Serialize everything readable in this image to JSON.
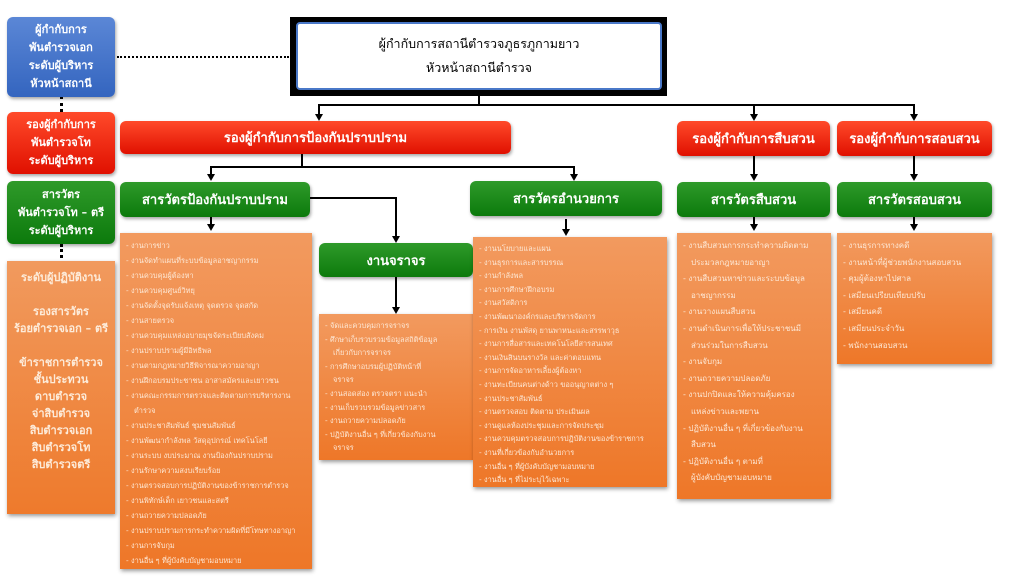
{
  "top": {
    "line1": "ผู้กำกับการสถานีตำรวจภูธรภูกามยาว",
    "line2": "หัวหน้าสถานีตำรวจ"
  },
  "legend": {
    "blue": [
      "ผู้กำกับการ",
      "พันตำรวจเอก",
      "ระดับผู้บริหาร",
      "หัวหน้าสถานี"
    ],
    "red": [
      "รองผู้กำกับการ",
      "พันตำรวจโท",
      "ระดับผู้บริหาร"
    ],
    "green": [
      "สารวัตร",
      "พันตำรวจโท – ตรี",
      "ระดับผู้บริหาร"
    ],
    "orange": [
      "ระดับผู้ปฏิบัติงาน",
      "",
      "รองสารวัตร",
      "ร้อยตำรวจเอก – ตรี",
      "",
      "ข้าราชการตำรวจ",
      "ชั้นประทวน",
      "ดาบตำรวจ",
      "จ่าสิบตำรวจ",
      "สิบตำรวจเอก",
      "สิบตำรวจโท",
      "สิบตำรวจตรี"
    ]
  },
  "deputies": {
    "prevention": "รองผู้กำกับการป้องกันปราบปราม",
    "investigation": "รองผู้กำกับการสืบสวน",
    "inquiry": "รองผู้กำกับการสอบสวน"
  },
  "inspectors": {
    "prevention": "สารวัตรป้องกันปราบปราม",
    "traffic": "งานจราจร",
    "admin": "สารวัตรอำนวยการ",
    "investigation": "สารวัตรสืบสวน",
    "inquiry": "สารวัตรสอบสวน"
  },
  "duties": {
    "prevention": [
      "- งานการข่าว",
      "- งานจัดทำแผนที่ระบบข้อมูลอาชญากรรม",
      "- งานควบคุมผู้ต้องหา",
      "- งานควบคุมศูนย์วิทยุ",
      "- งานจัดตั้งจุดรับแจ้งเหตุ จุดตรวจ จุดสกัด",
      "- งานสายตรวจ",
      "- งานควบคุมแหล่งอบายมุขจัดระเบียบสังคม",
      "- งานปราบปรามผู้มีอิทธิพล",
      "- งานตามกฎหมายวิธีพิจารณาความอาญา",
      "- งานฝึกอบรมประชาชน อาสาสมัครและเยาวชน",
      "- งานคณะกรรมการตรวจและติดตามการบริหารงาน",
      "  ตำรวจ",
      "- งานประชาสัมพันธ์ ชุมชนสัมพันธ์",
      "- งานพัฒนากำลังพล วัสดุอุปกรณ์ เทคโนโลยี",
      "- งานระบบ งบประมาณ งานป้องกันปราบปราม",
      "- งานรักษาความสงบเรียบร้อย",
      "- งานตรวจสอบการปฏิบัติงานของข้าราชการตำรวจ",
      "- งานพิทักษ์เด็ก เยาวชนและสตรี",
      "- งานถวายความปลอดภัย",
      "- งานปราบปรามการกระทำความผิดที่มีโทษทางอาญา",
      "- งานการจับกุม",
      "- งานอื่น ๆ ที่ผู้บังคับบัญชามอบหมาย"
    ],
    "traffic": [
      "- จัดและควบคุมการจราจร",
      "- ศึกษาเก็บรวบรวมข้อมูลสถิติข้อมูล",
      "  เกี่ยวกับการจราจร",
      "- การศึกษาอบรมผู้ปฏิบัติหน้าที่",
      "  จราจร",
      "- งานสอดส่อง ตรวจตรา แนะนำ",
      "- งานเก็บรวบรวมข้อมูลข่าวสาร",
      "- งานถวายความปลอดภัย",
      "- ปฏิบัติงานอื่น ๆ ที่เกี่ยวข้องกับงาน",
      "  จราจร"
    ],
    "admin": [
      "- งานนโยบายและแผน",
      "- งานธุรการและสารบรรณ",
      "- งานกำลังพล",
      "- งานการศึกษาฝึกอบรม",
      "- งานสวัสดิการ",
      "- งานพัฒนาองค์กรและบริหารจัดการ",
      "- การเงิน งานพัสดุ ยานพาหนะและสรรพาวุธ",
      "- งานการสื่อสารและเทคโนโลยีสารสนเทศ",
      "- งานเงินสินบนรางวัล และค่าตอบแทน",
      "- งานการจัดอาหารเลี้ยงผู้ต้องหา",
      "- งานทะเบียนคนต่างด้าว ขออนุญาตต่าง ๆ",
      "- งานประชาสัมพันธ์",
      "- งานตรวจสอบ ติดตาม ประเมินผล",
      "- งานดูแลห้องประชุมและการจัดประชุม",
      "- งานควบคุมตรวจสอบการปฏิบัติงานของข้าราชการ",
      "- งานที่เกี่ยวข้องกับอำนวยการ",
      "- งานอื่น ๆ ที่ผู้บังคับบัญชามอบหมาย",
      "- งานอื่น ๆ ที่ไม่ระบุไว้เฉพาะ"
    ],
    "investigation": [
      "- งานสืบสวนการกระทำความผิดตาม",
      "  ประมวลกฎหมายอาญา",
      "- งานสืบสวนหาข่าวและระบบข้อมูล",
      "  อาชญากรรม",
      "- งานวางแผนสืบสวน",
      "- งานดำเนินการเพื่อให้ประชาชนมี",
      "  ส่วนร่วมในการสืบสวน",
      "- งานจับกุม",
      "- งานถวายความปลอดภัย",
      "- งานปกปิดและให้ความคุ้มครอง",
      "  แหล่งข่าวและพยาน",
      "- ปฏิบัติงานอื่น ๆ ที่เกี่ยวข้องกับงาน",
      "  สืบสวน",
      "- ปฏิบัติงานอื่น ๆ ตามที่",
      "  ผู้บังคับบัญชามอบหมาย"
    ],
    "inquiry": [
      "- งานธุรการทางคดี",
      "- งานหน้าที่ผู้ช่วยพนักงานสอบสวน",
      "- คุมผู้ต้องหาไปศาล",
      "- เสมียนเปรียบเทียบปรับ",
      "- เสมียนคดี",
      "- เสมียนประจำวัน",
      "- พนักงานสอบสวน"
    ]
  }
}
